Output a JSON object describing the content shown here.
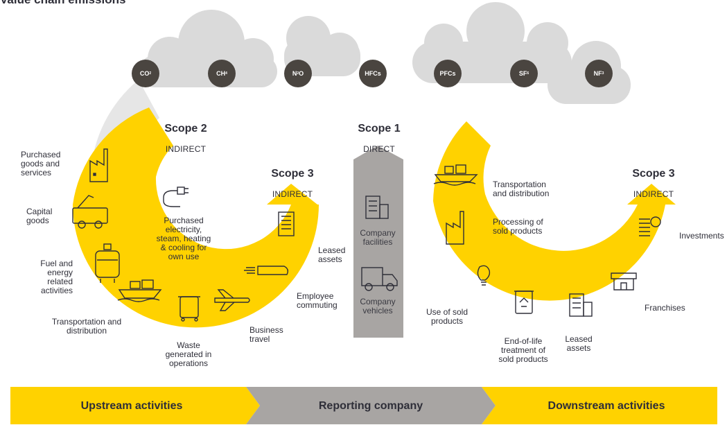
{
  "title": "Value chain emissions",
  "gases": [
    {
      "label": "CO",
      "sub": "2"
    },
    {
      "label": "CH",
      "sub": "4"
    },
    {
      "label": "N",
      "sub": "2",
      "suffix": "O"
    },
    {
      "label": "HFCs",
      "sub": ""
    },
    {
      "label": "PFCs",
      "sub": ""
    },
    {
      "label": "SF",
      "sub": "6"
    },
    {
      "label": "NF",
      "sub": "3"
    }
  ],
  "scope2": {
    "title": "Scope 2",
    "subtitle": "INDIRECT"
  },
  "scope1": {
    "title": "Scope 1",
    "subtitle": "DIRECT"
  },
  "scope3_up": {
    "title": "Scope 3",
    "subtitle": "INDIRECT"
  },
  "scope3_down": {
    "title": "Scope 3",
    "subtitle": "INDIRECT"
  },
  "upstream": {
    "purchased_goods": "Purchased\ngoods and\nservices",
    "capital_goods": "Capital\ngoods",
    "fuel_energy": "Fuel and\nenergy\nrelated\nactivities",
    "transport": "Transportation and\ndistribution",
    "waste": "Waste\ngenerated in\noperations",
    "business_travel": "Business\ntravel",
    "employee_commuting": "Employee\ncommuting",
    "leased_assets": "Leased\nassets",
    "purchased_electricity": "Purchased\nelectricity,\nsteam, heating\n& cooling for\nown use"
  },
  "company": {
    "facilities": "Company\nfacilities",
    "vehicles": "Company\nvehicles"
  },
  "downstream": {
    "transport": "Transportation\nand distribution",
    "processing": "Processing of\nsold products",
    "investments": "Investments",
    "franchises": "Franchises",
    "leased_assets": "Leased\nassets",
    "end_of_life": "End-of-life\ntreatment of\nsold products",
    "use_of_sold": "Use of sold\nproducts"
  },
  "bottom_bar": {
    "upstream": "Upstream activities",
    "reporting": "Reporting company",
    "downstream": "Downstream activities"
  },
  "colors": {
    "yellow": "#ffd200",
    "grey_band": "#a8a5a3",
    "cloud": "#dadada",
    "gas_circle": "#4a4540",
    "text": "#2e2e38"
  },
  "icons": [
    "factory-icon",
    "crane-truck-icon",
    "fuel-tanker-icon",
    "cargo-ship-icon",
    "waste-bin-icon",
    "airplane-icon",
    "train-icon",
    "office-building-icon",
    "power-plug-icon",
    "truck-icon",
    "recycle-bin-icon",
    "light-bulb-icon",
    "shop-icon",
    "coins-icon"
  ]
}
